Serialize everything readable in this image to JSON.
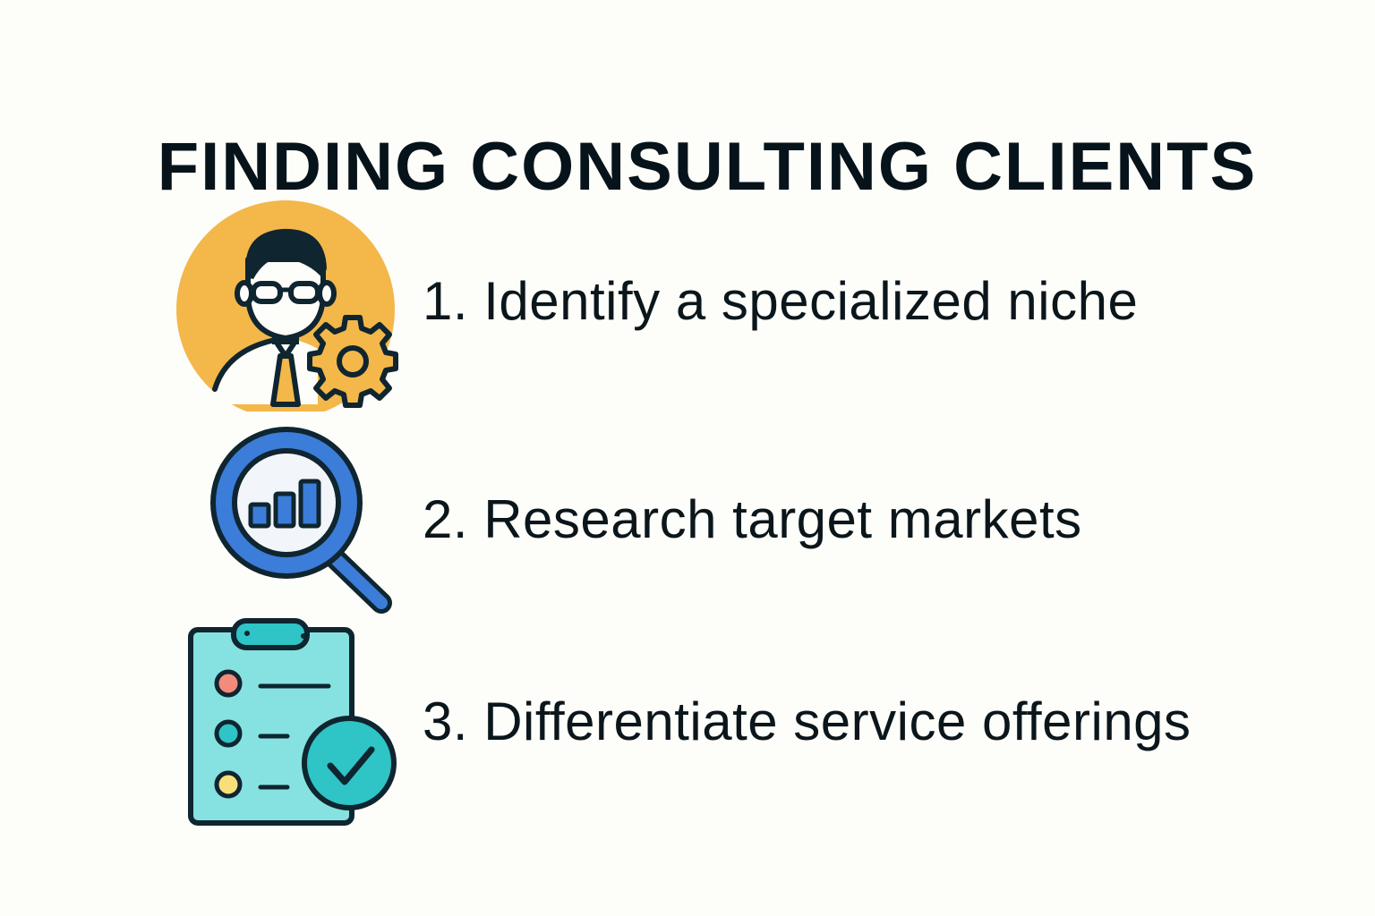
{
  "title": "FINDING CONSULTING CLIENTS",
  "steps": [
    {
      "label": "1. Identify a specialized niche",
      "icon": "consultant-with-gear-icon",
      "accent": "#f3b74a"
    },
    {
      "label": "2. Research target markets",
      "icon": "magnifying-glass-chart-icon",
      "accent": "#3b7dd8"
    },
    {
      "label": "3. Differentiate service offerings",
      "icon": "clipboard-checklist-icon",
      "accent": "#86e2e0"
    }
  ],
  "colors": {
    "background": "#fdfdfa",
    "text": "#0b161b",
    "outline": "#0f2530",
    "orange": "#f3b74a",
    "blue": "#3b7dd8",
    "teal_light": "#86e2e0",
    "teal": "#2fc4c6",
    "dot_red": "#f28b7a",
    "dot_yellow": "#f7df7a"
  }
}
